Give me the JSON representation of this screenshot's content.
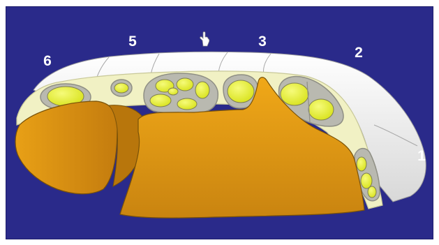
{
  "figure": {
    "colors": {
      "background": "#2a2a8a",
      "bone": "#e29a12",
      "bone_dark": "#b8760c",
      "sheath_outer": "#f1f1c6",
      "sheath_inner": "#f3f5a8",
      "tendon": "#e7ef3a",
      "compartment_wall": "#9a9a8c",
      "compartment_fill": "#b9b9b0",
      "retinaculum": "#ececec"
    },
    "compartments": [
      {
        "number": "1"
      },
      {
        "number": "2"
      },
      {
        "number": "3"
      },
      {
        "number": "4",
        "shown_as": "pointing-hand-icon"
      },
      {
        "number": "5"
      },
      {
        "number": "6"
      }
    ]
  }
}
